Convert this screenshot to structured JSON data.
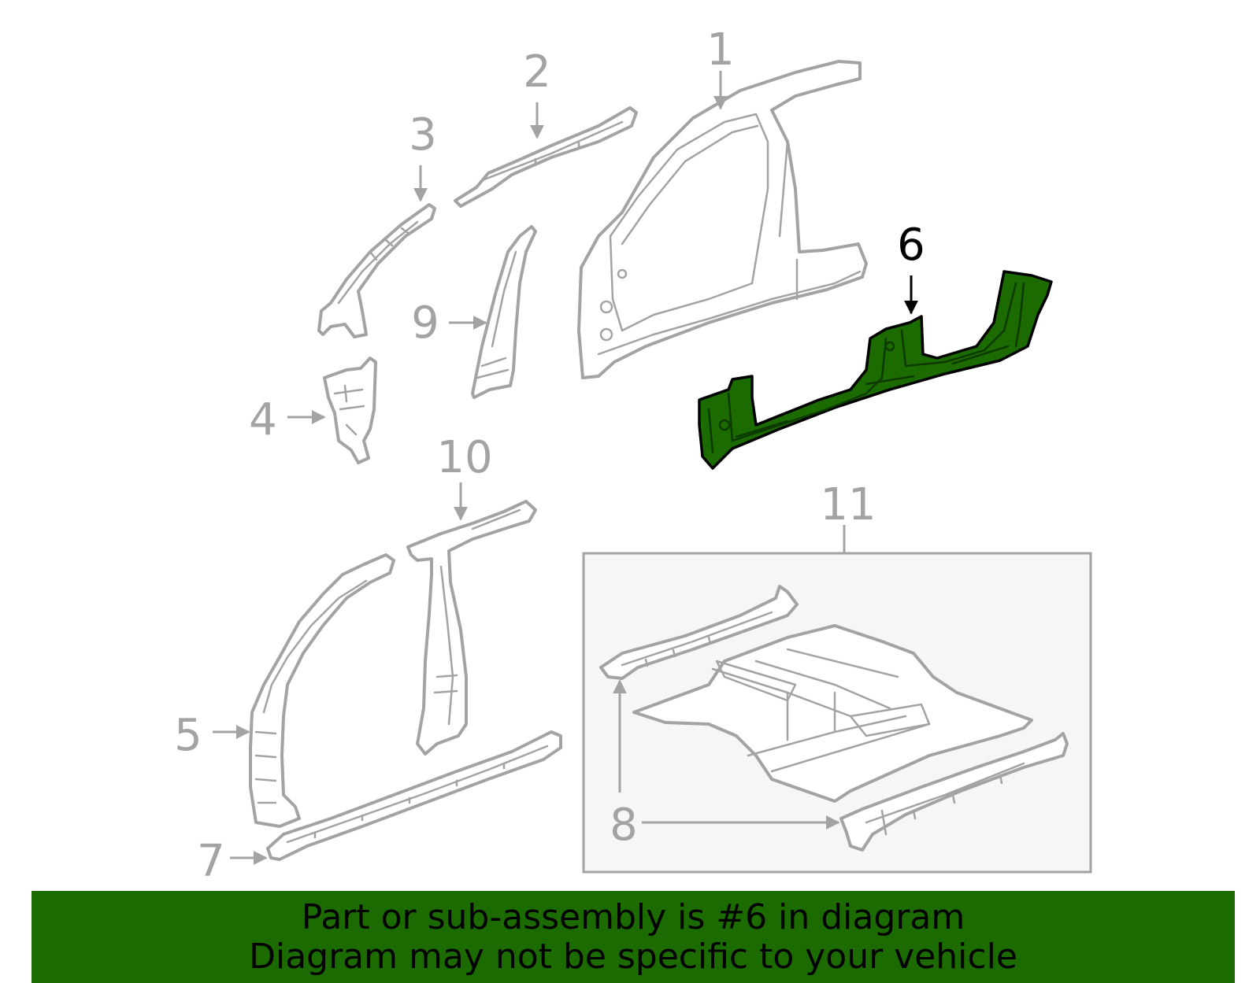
{
  "diagram": {
    "selected_part": "6",
    "callouts": {
      "c1": "1",
      "c2": "2",
      "c3": "3",
      "c4": "4",
      "c5": "5",
      "c6": "6",
      "c7": "7",
      "c8": "8",
      "c9": "9",
      "c10": "10",
      "c11": "11"
    },
    "colors": {
      "highlight": "#1b6b00",
      "lines": "#a3a3a3",
      "inset_background": "#f6f6f6"
    }
  },
  "banner": {
    "line1": "Part or sub-assembly is #6 in diagram",
    "line2": "Diagram may not be specific to your vehicle"
  }
}
